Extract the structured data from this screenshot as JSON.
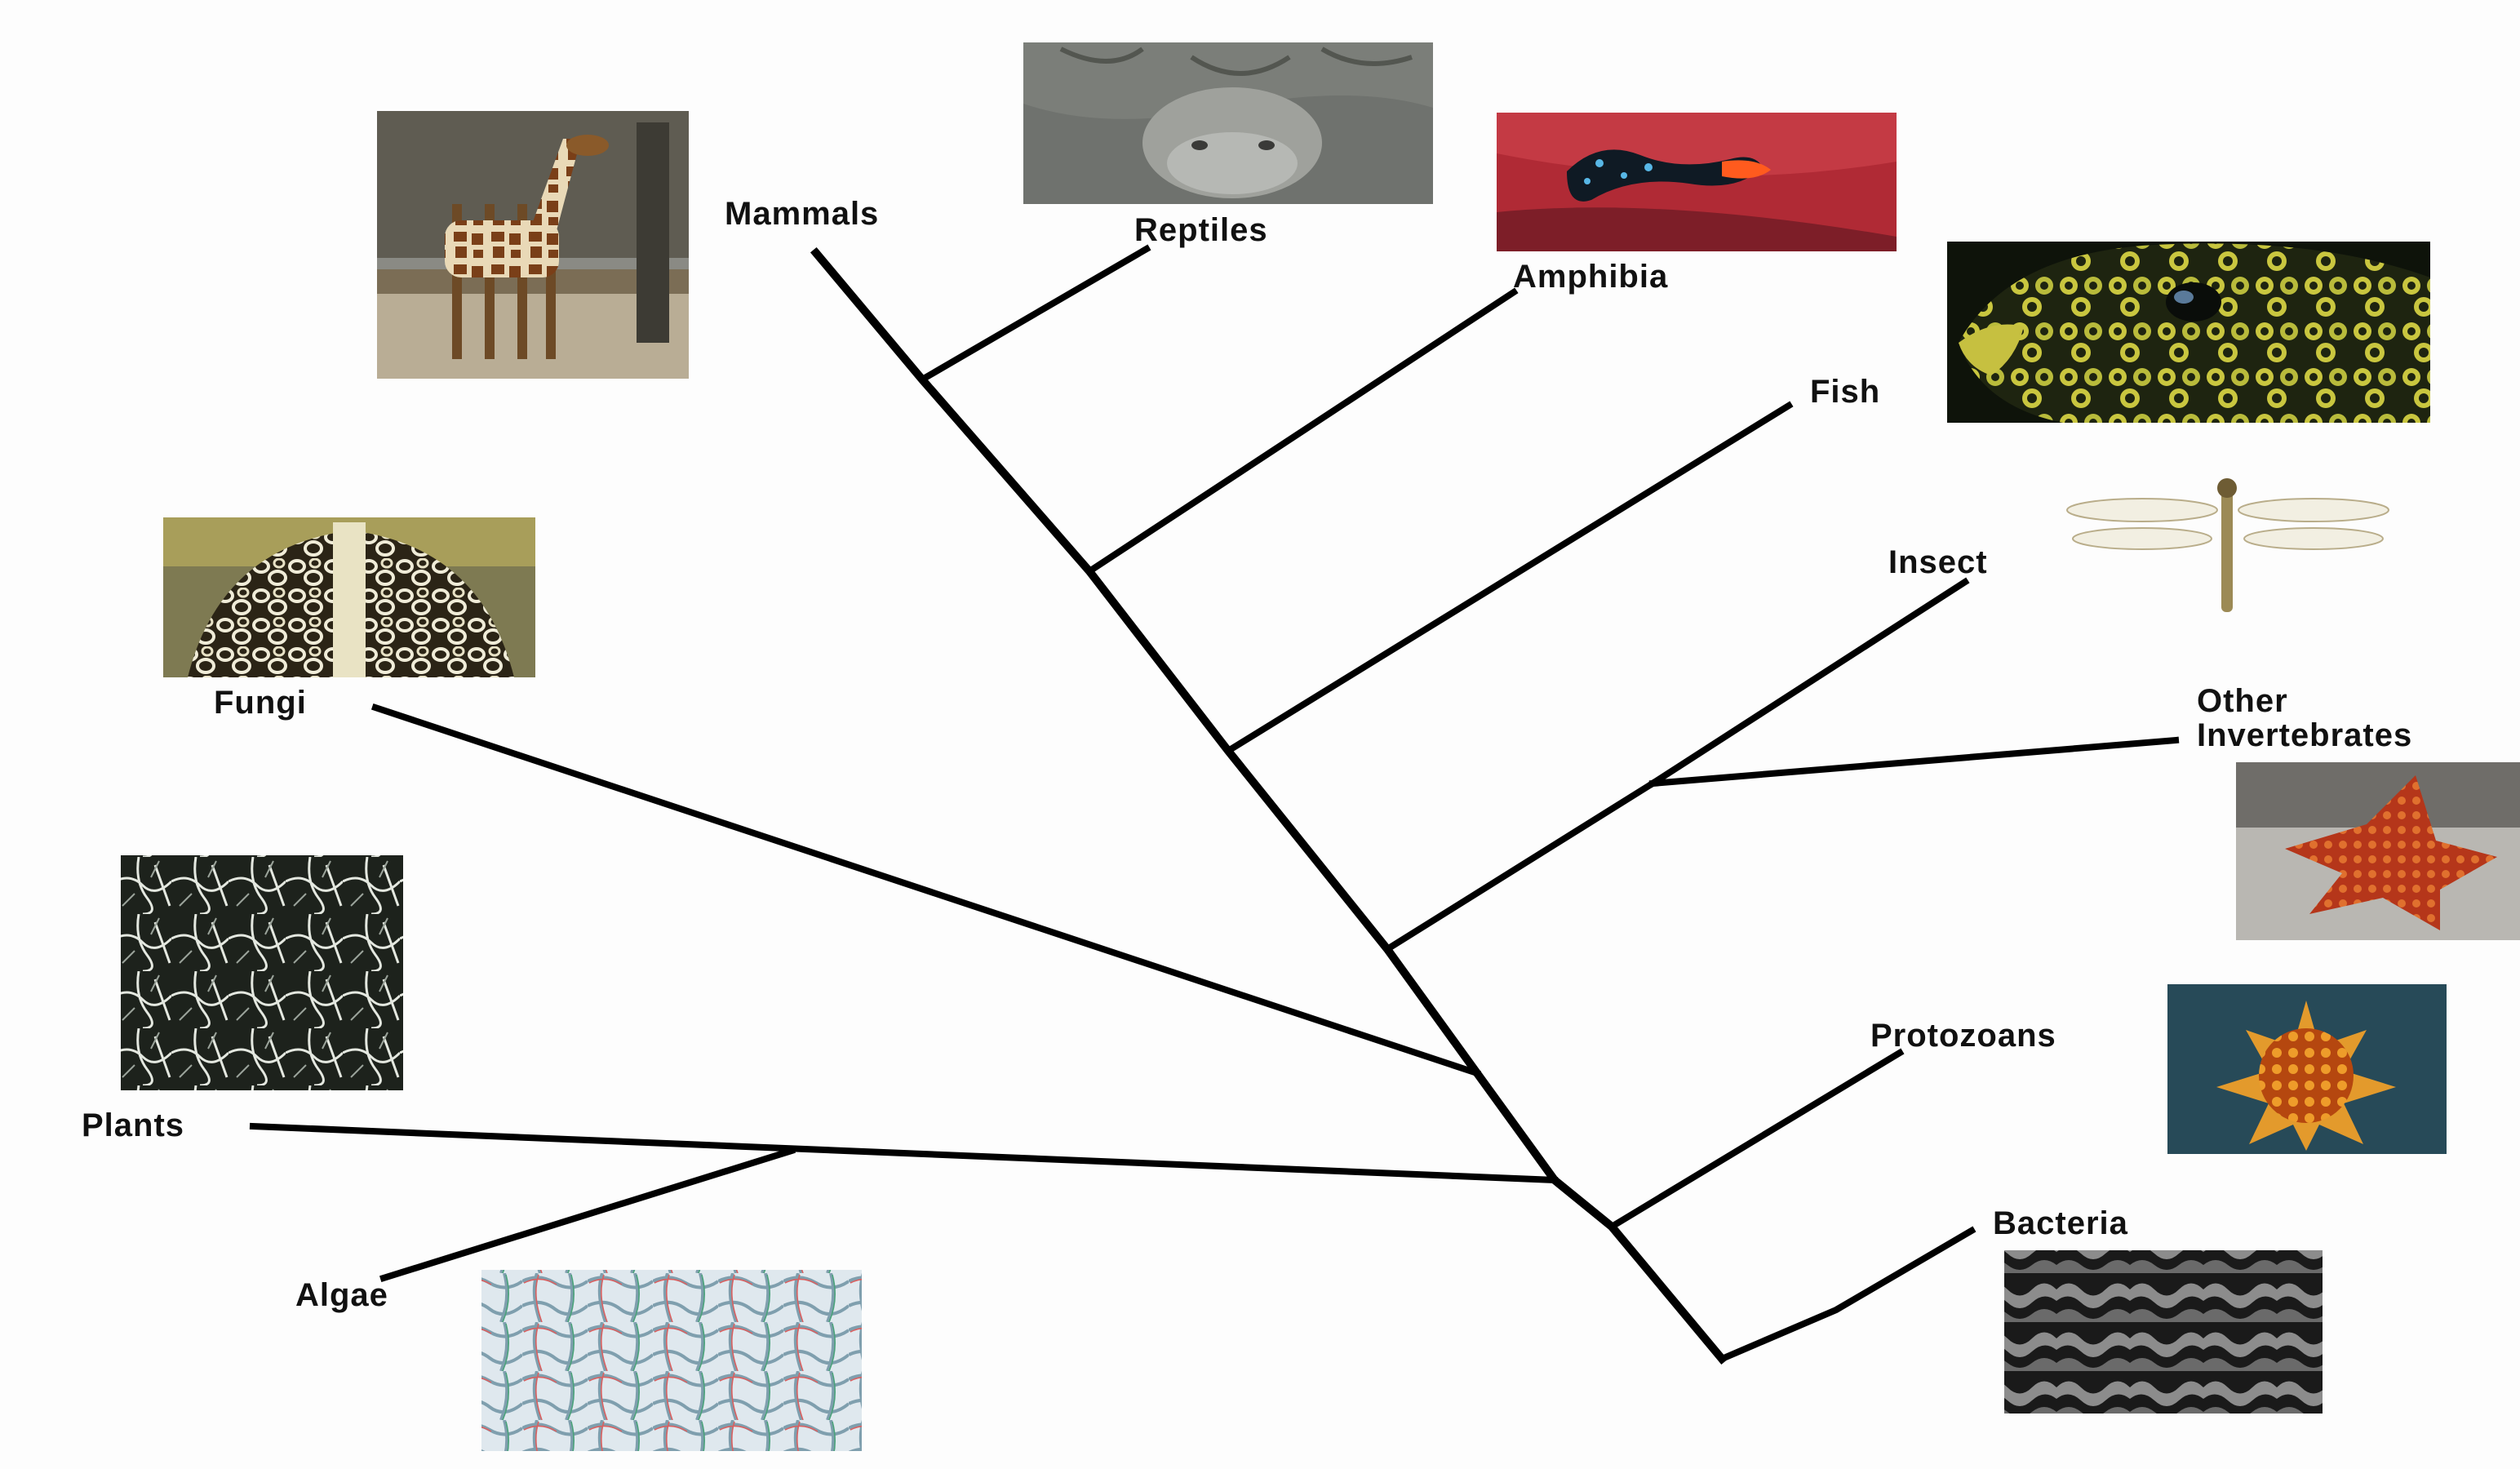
{
  "tree": {
    "taxa": {
      "mammals": "Mammals",
      "reptiles": "Reptiles",
      "amphibia": "Amphibia",
      "fish": "Fish",
      "insect": "Insect",
      "other_invertebrates_line1": "Other",
      "other_invertebrates_line2": "Invertebrates",
      "fungi": "Fungi",
      "plants": "Plants",
      "algae": "Algae",
      "protozoans": "Protozoans",
      "bacteria": "Bacteria"
    }
  },
  "photos": [
    {
      "id": "giraffe",
      "icon": "giraffe-photo"
    },
    {
      "id": "tortoise",
      "icon": "tortoise-photo"
    },
    {
      "id": "salamander",
      "icon": "salamander-photo"
    },
    {
      "id": "boxfish",
      "icon": "boxfish-photo"
    },
    {
      "id": "dragonfly",
      "icon": "dragonfly-photo"
    },
    {
      "id": "starfish",
      "icon": "starfish-photo"
    },
    {
      "id": "mushroom",
      "icon": "stinkhorn-fungus-photo"
    },
    {
      "id": "leaf",
      "icon": "leaf-photo"
    },
    {
      "id": "algae_cells",
      "icon": "algae-cells-photo"
    },
    {
      "id": "radiolarian",
      "icon": "radiolarian-photo"
    },
    {
      "id": "bacteria_sem",
      "icon": "bacteria-sem-photo"
    }
  ],
  "colors": {
    "line": "#000000",
    "background": "#fdfdfd"
  }
}
